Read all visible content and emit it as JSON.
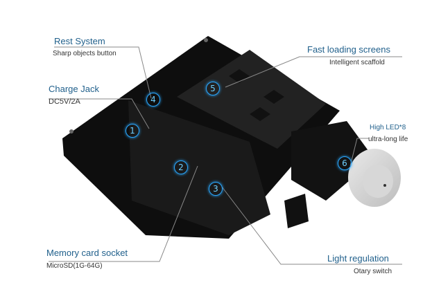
{
  "callouts": [
    {
      "num": "1",
      "title": "Charge Jack",
      "subtitle": "DC5V/2A"
    },
    {
      "num": "2",
      "title": "Memory card socket",
      "subtitle": "MicroSD(1G-64G)"
    },
    {
      "num": "3",
      "title": "Light regulation",
      "subtitle": "Otary switch"
    },
    {
      "num": "4",
      "title": "Rest System",
      "subtitle": "Sharp objects button"
    },
    {
      "num": "5",
      "title": "Fast loading screens",
      "subtitle": "Intelligent scaffold"
    },
    {
      "num": "6",
      "title": "High LED*8",
      "subtitle": "ultra-long life"
    }
  ],
  "colors": {
    "device": "#141414",
    "accent": "#2aa8ff",
    "title_text": "#1f5f8b"
  }
}
